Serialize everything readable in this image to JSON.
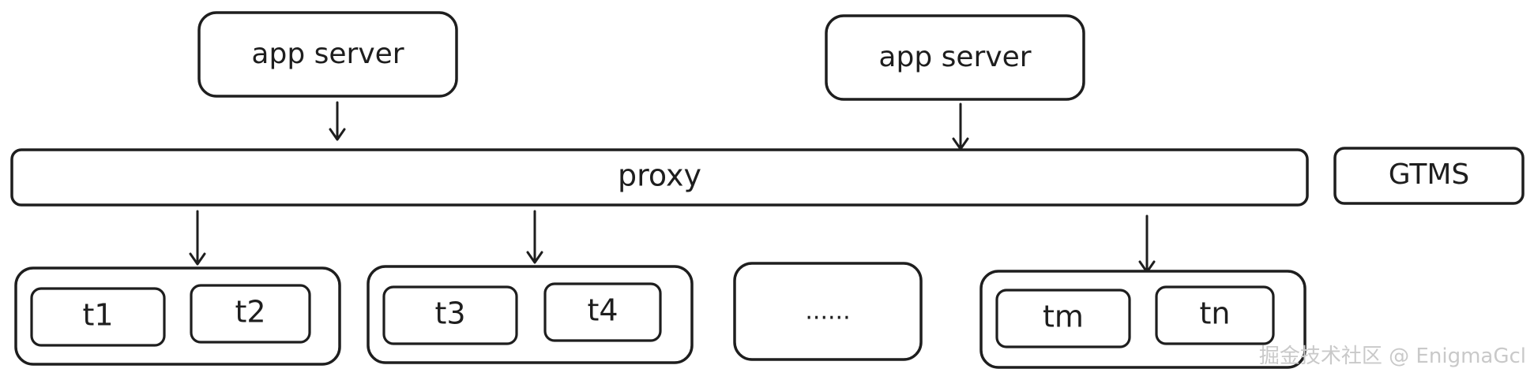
{
  "diagram": {
    "app_servers": [
      {
        "label": "app server"
      },
      {
        "label": "app server"
      }
    ],
    "proxy": {
      "label": "proxy"
    },
    "gtms": {
      "label": "GTMS"
    },
    "groups": [
      {
        "items": [
          "t1",
          "t2"
        ]
      },
      {
        "items": [
          "t3",
          "t4"
        ]
      },
      {
        "ellipsis": "......"
      },
      {
        "items": [
          "tm",
          "tn"
        ]
      }
    ]
  },
  "watermark": "掘金技术社区 @ EnigmaGcl",
  "colors": {
    "stroke": "#1e1e1e",
    "background": "#ffffff",
    "watermark": "#c9c9c9"
  }
}
